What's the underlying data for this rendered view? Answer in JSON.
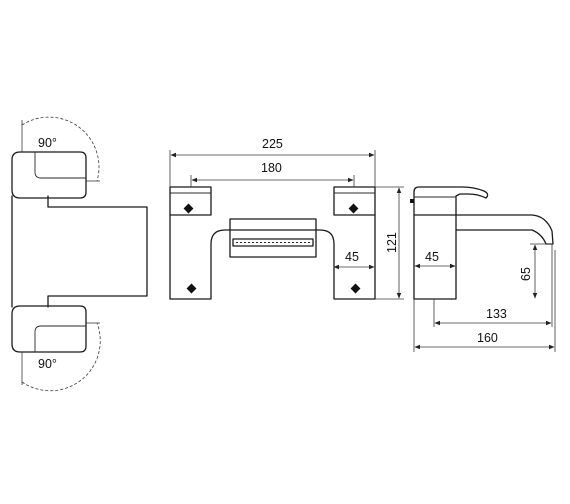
{
  "labels": {
    "angle_top": "90°",
    "angle_bottom": "90°",
    "overall_width": "225",
    "inner_width": "180",
    "height": "121",
    "leg_width": "45",
    "side_base_width": "45",
    "spout_height": "65",
    "spout_reach": "133",
    "overall_depth": "160"
  }
}
